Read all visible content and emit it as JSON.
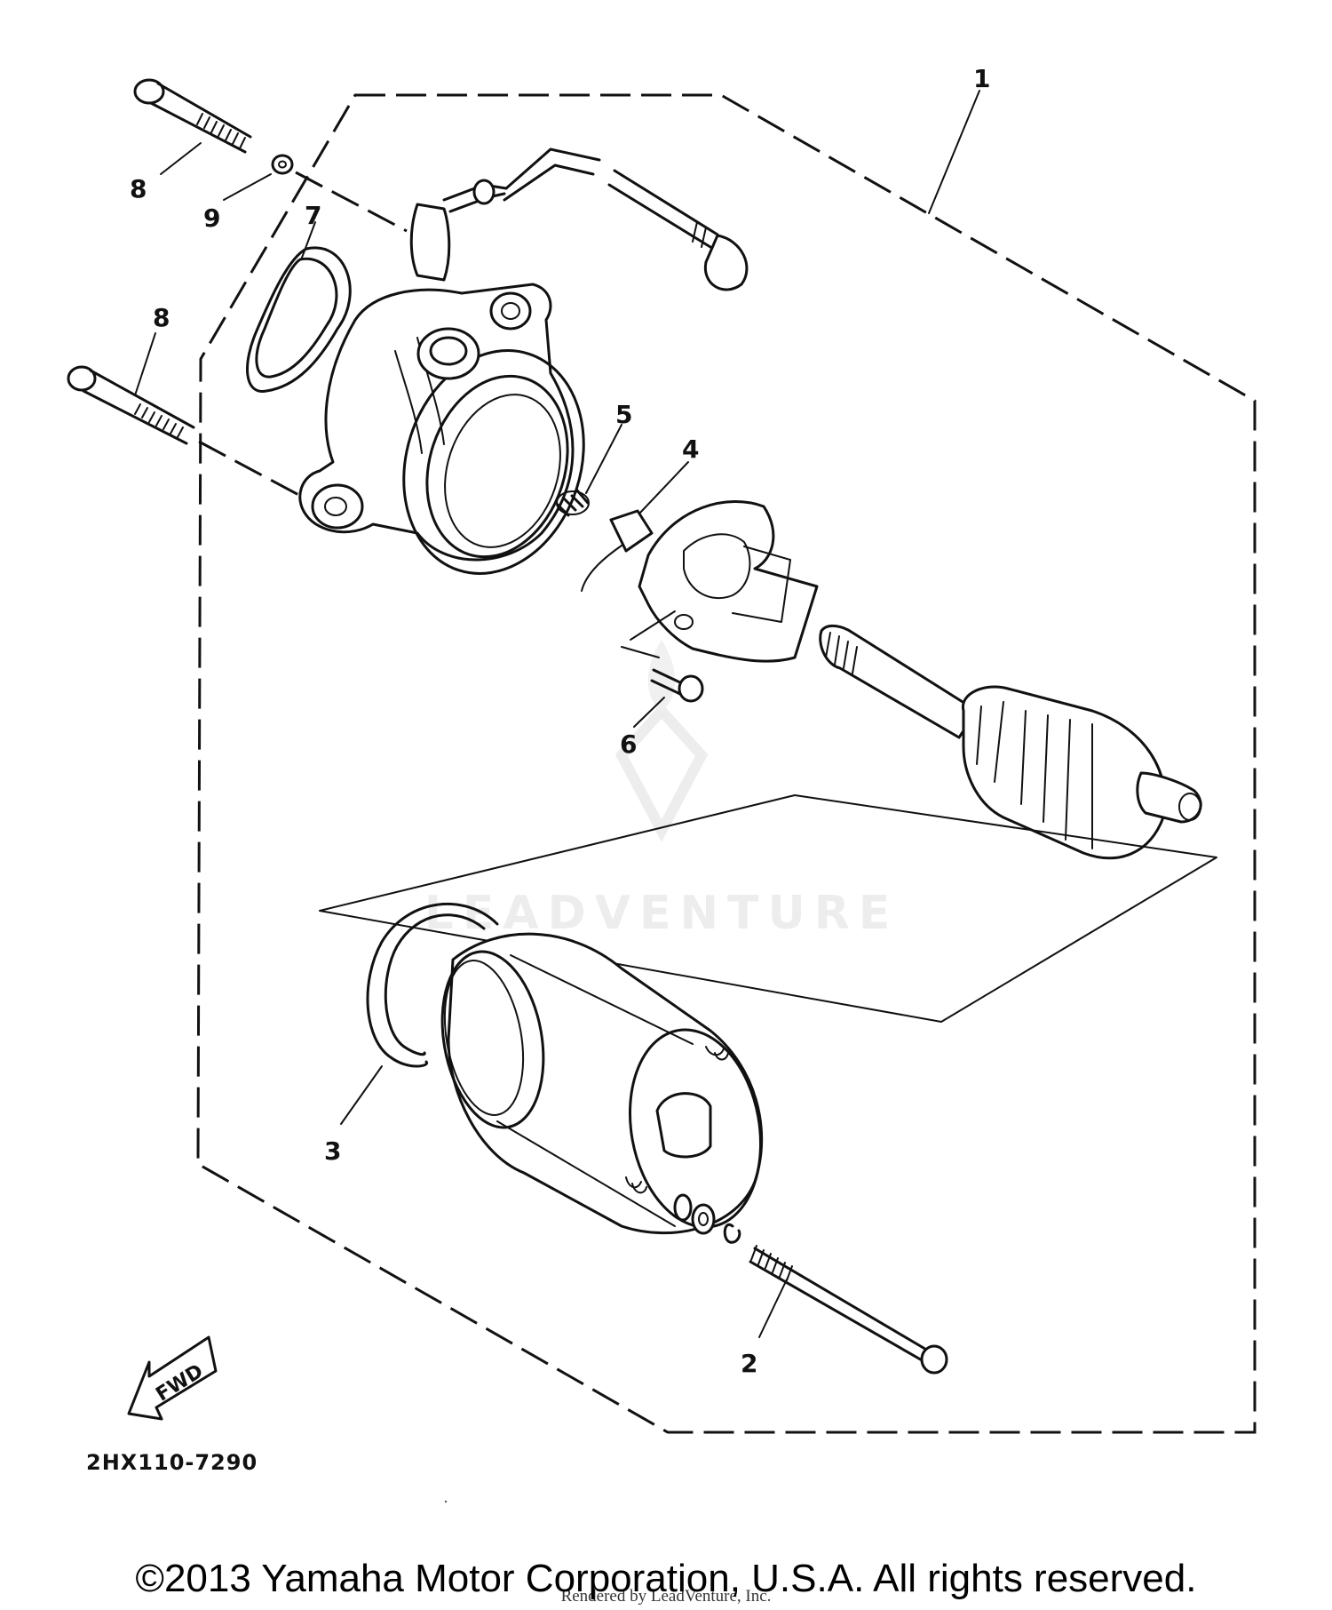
{
  "diagram": {
    "callouts": {
      "c1": "1",
      "c2": "2",
      "c3": "3",
      "c4": "4",
      "c5": "5",
      "c6": "6",
      "c7": "7",
      "c8a": "8",
      "c8b": "8",
      "c9": "9"
    },
    "direction_label": "FWD",
    "part_number": "2HX110-7290",
    "watermark": "LEADVENTURE"
  },
  "footer": {
    "copyright": "©2013 Yamaha Motor Corporation, U.S.A. All rights reserved.",
    "rendered_by": "Rendered by LeadVenture, Inc."
  }
}
